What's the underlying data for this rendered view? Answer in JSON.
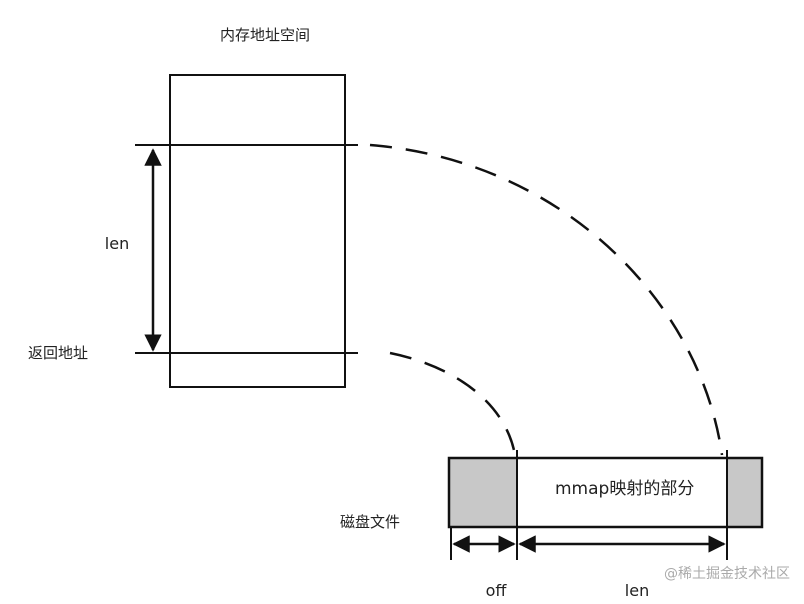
{
  "title": "内存地址空间",
  "labels": {
    "len_memory": "len",
    "return_address": "返回地址",
    "disk_file": "磁盘文件",
    "mapped_part": "mmap映射的部分",
    "off": "off",
    "len_file": "len"
  },
  "watermark": "@稀土掘金技术社区",
  "colors": {
    "stroke": "#111111",
    "unmapped_fill": "#c8c8c8",
    "watermark": "#aaaaaa"
  }
}
